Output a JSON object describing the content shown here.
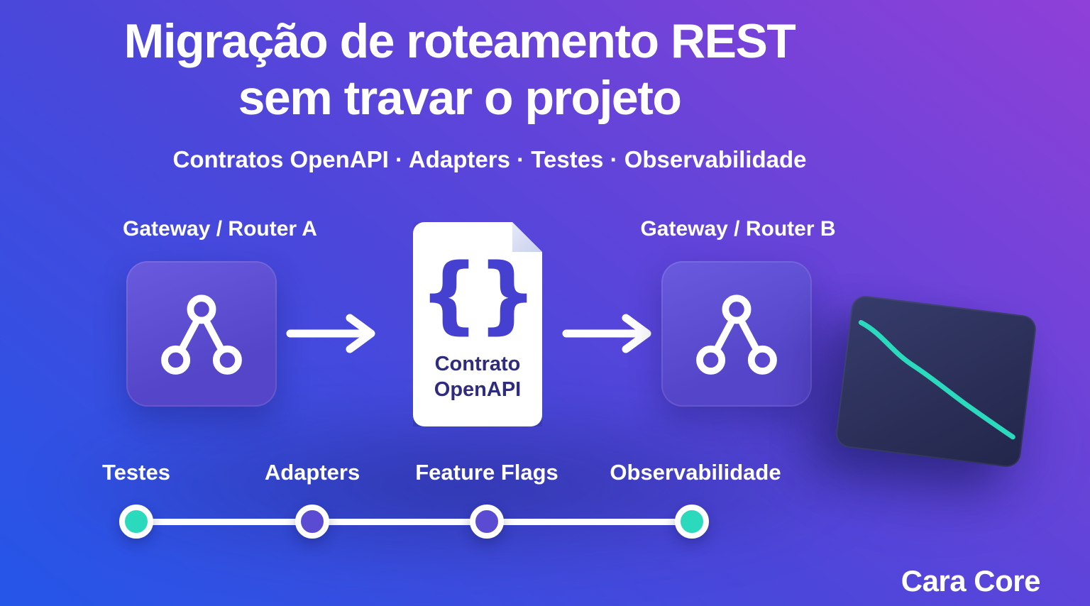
{
  "header": {
    "title_line1": "Migração de roteamento REST",
    "title_line2": "sem travar o projeto",
    "subtitle": "Contratos OpenAPI · Adapters · Testes · Observabilidade"
  },
  "flow": {
    "router_a_label": "Gateway / Router A",
    "router_b_label": "Gateway / Router B",
    "contract_braces": "{}",
    "contract_line1": "Contrato",
    "contract_line2": "OpenAPI"
  },
  "timeline": {
    "items": [
      {
        "label": "Testes",
        "color": "#2bd9bd"
      },
      {
        "label": "Adapters",
        "color": "#5b4bd3"
      },
      {
        "label": "Feature Flags",
        "color": "#5b4bd3"
      },
      {
        "label": "Observabilidade",
        "color": "#2bd9bd"
      }
    ]
  },
  "chart_card": {
    "trend": "declining-line",
    "line_color": "#2bd9bd"
  },
  "icons": {
    "router": "network-nodes-icon",
    "arrow": "arrow-right-icon",
    "contract": "document-folded-corner-icon",
    "metrics": "sparkline-chart-icon"
  },
  "colors": {
    "background_blue": "#2456e8",
    "background_purple": "#8f40d8",
    "router_box": "#5b4cd0",
    "teal_accent": "#2bd9bd",
    "purple_dot": "#5b4bd3",
    "contract_text": "#2f2b7e",
    "brace_indigo": "#4540cf",
    "card_navy": "#2a2e56",
    "white": "#ffffff"
  },
  "brand": "Cara Core"
}
